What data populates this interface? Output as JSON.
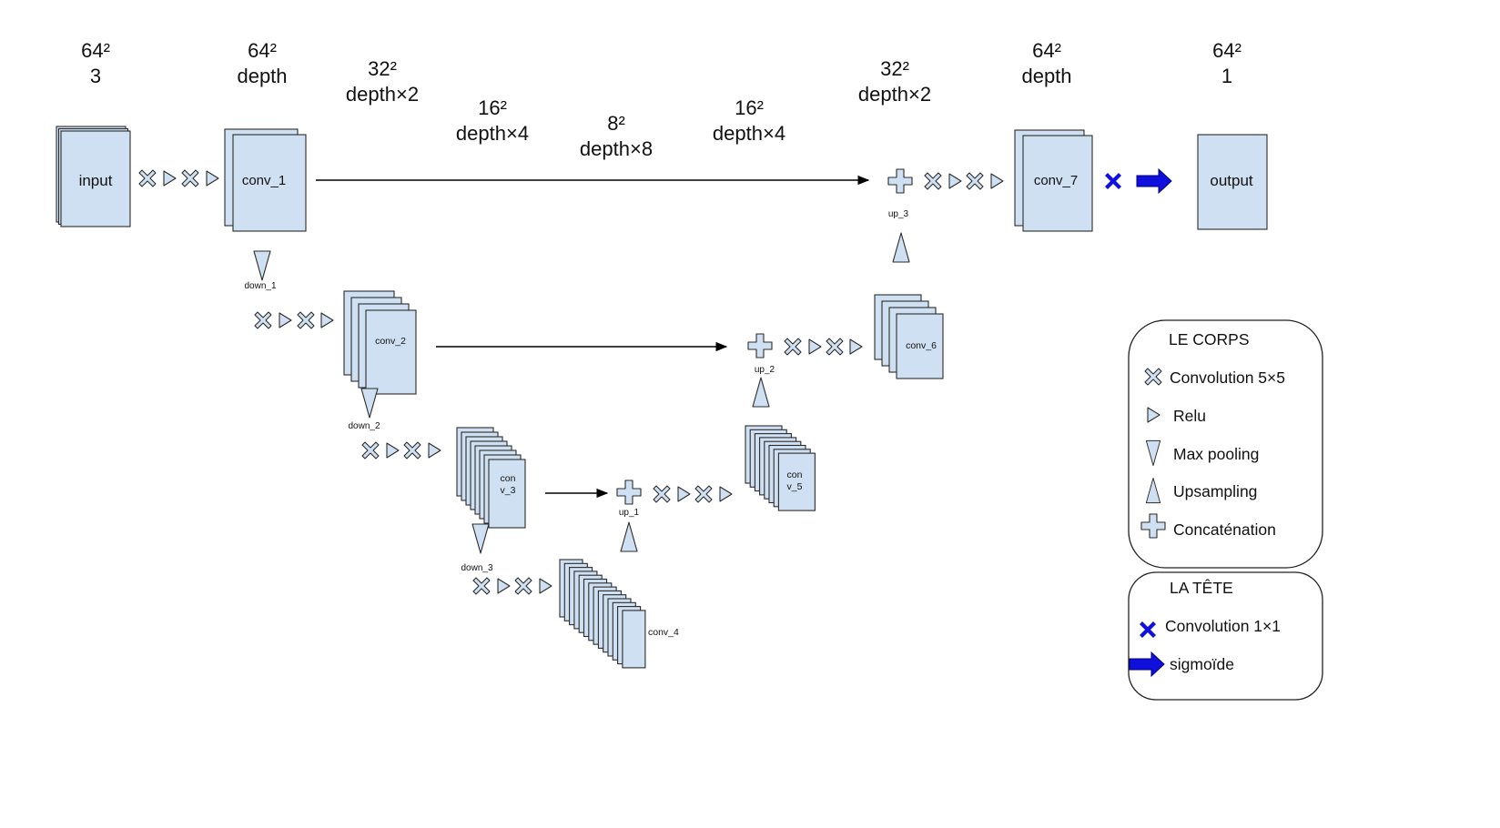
{
  "colors": {
    "block_fill": "#cfe0f2",
    "block_stroke": "#2b2b2b",
    "icon_fill": "#cfe0f2",
    "head_blue": "#1010dd",
    "line": "#000000"
  },
  "dimensions": [
    {
      "size": "64²",
      "channels": "3"
    },
    {
      "size": "64²",
      "channels": "depth"
    },
    {
      "size": "32²",
      "channels": "depth×2"
    },
    {
      "size": "16²",
      "channels": "depth×4"
    },
    {
      "size": "8²",
      "channels": "depth×8"
    },
    {
      "size": "16²",
      "channels": "depth×4"
    },
    {
      "size": "32²",
      "channels": "depth×2"
    },
    {
      "size": "64²",
      "channels": "depth"
    },
    {
      "size": "64²",
      "channels": "1"
    }
  ],
  "blocks": {
    "input": "input",
    "conv_1": "conv_1",
    "conv_2": "conv_2",
    "conv_3_a": "con",
    "conv_3_b": "v_3",
    "conv_4": "conv_4",
    "conv_5_a": "con",
    "conv_5_b": "v_5",
    "conv_6": "conv_6",
    "conv_7": "conv_7",
    "output": "output"
  },
  "ops": {
    "down_1": "down_1",
    "down_2": "down_2",
    "down_3": "down_3",
    "up_1": "up_1",
    "up_2": "up_2",
    "up_3": "up_3"
  },
  "legend_body": {
    "title": "LE CORPS",
    "items": [
      {
        "icon": "convolution-5x5-icon",
        "label": "Convolution 5×5"
      },
      {
        "icon": "relu-icon",
        "label": "Relu"
      },
      {
        "icon": "max-pooling-icon",
        "label": "Max pooling"
      },
      {
        "icon": "upsampling-icon",
        "label": "Upsampling"
      },
      {
        "icon": "concatenation-icon",
        "label": "Concaténation"
      }
    ]
  },
  "legend_head": {
    "title": "LA TÊTE",
    "items": [
      {
        "icon": "convolution-1x1-icon",
        "label": "Convolution 1×1"
      },
      {
        "icon": "sigmoid-icon",
        "label": "sigmoïde"
      }
    ]
  }
}
